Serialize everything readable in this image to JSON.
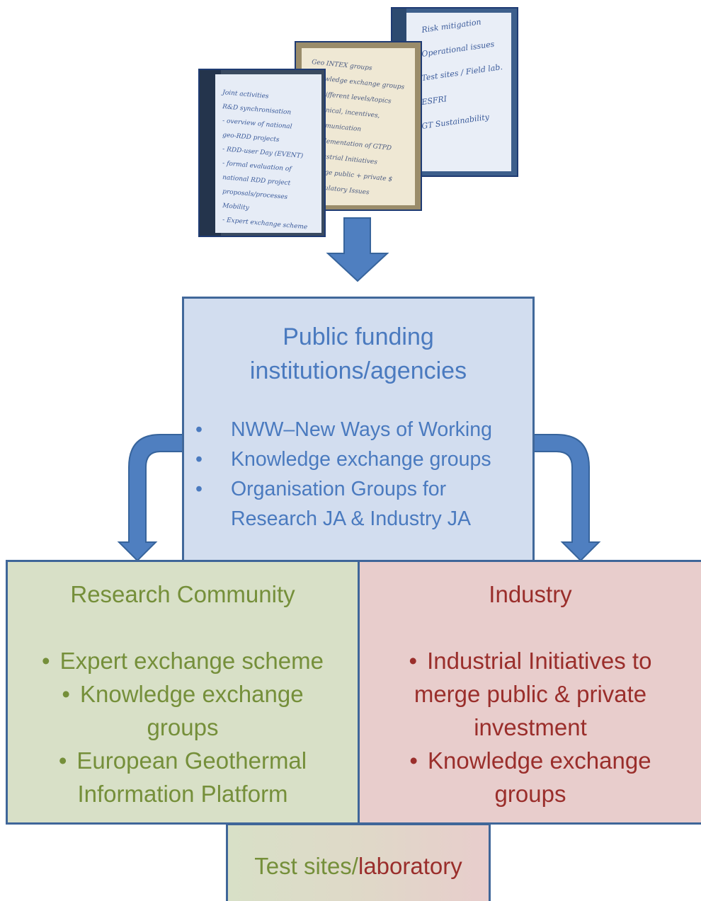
{
  "photos": [
    {
      "name": "flipchart-photo-right",
      "lines": [
        "Risk mitigation",
        "Operational issues",
        "Test sites / Field lab.",
        "ESFRI",
        "GT Sustainability"
      ]
    },
    {
      "name": "flipchart-photo-middle",
      "lines": [
        "Geo INTEX groups",
        "Knowledge exchange groups",
        "on different levels/topics",
        "technical, incentives,",
        "communication",
        "Implementation of GTPD",
        "Industrial Initiatives",
        "merge public + private $",
        "Regulatory Issues"
      ]
    },
    {
      "name": "flipchart-photo-left",
      "lines": [
        "Joint activities",
        "R&D synchronisation",
        "- overview of national",
        "geo-RDD projects",
        "- RDD-user Day (EVENT)",
        "- formal evaluation of",
        "national RDD project",
        "proposals/processes",
        "Mobility",
        "- Expert exchange scheme"
      ]
    }
  ],
  "public_box": {
    "title_line1": "Public funding",
    "title_line2": "institutions/agencies",
    "bullets": [
      "NWW–New Ways of Working",
      "Knowledge exchange groups",
      "Organisation Groups for",
      "Research JA & Industry JA"
    ]
  },
  "research_box": {
    "title": "Research Community",
    "bullets": [
      [
        "Expert exchange scheme"
      ],
      [
        "Knowledge exchange",
        "groups"
      ],
      [
        "European Geothermal",
        "Information Platform"
      ]
    ]
  },
  "industry_box": {
    "title": "Industry",
    "bullets": [
      [
        "Industrial Initiatives to",
        "merge public & private",
        "investment"
      ],
      [
        "Knowledge exchange",
        "groups"
      ]
    ]
  },
  "test_box": {
    "label_part1": "Test sites/",
    "label_part2": "laboratory"
  },
  "bullet_char": "•",
  "colors": {
    "arrow": "#4f7fc0",
    "arrow_border": "#37649c",
    "public_fill": "#d2ddef",
    "research_fill": "#d8e0c7",
    "industry_fill": "#e8cdcc",
    "green_text": "#758f3a",
    "red_text": "#9a2e2b",
    "blue_text": "#4a7abf"
  }
}
